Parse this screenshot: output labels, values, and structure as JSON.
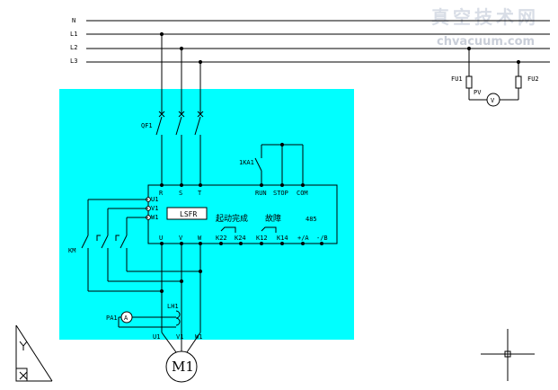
{
  "watermark": {
    "title": "真空技术网",
    "url": "chvacuum.com"
  },
  "bus": {
    "labels": [
      "N",
      "L1",
      "L2",
      "L3"
    ]
  },
  "meter": {
    "fuse_left": "FU1",
    "fuse_right": "FU2",
    "meter_label": "PV",
    "meter_symbol": "V"
  },
  "breaker": {
    "label": "QF1"
  },
  "contactor": {
    "label": "KM"
  },
  "relay": {
    "label": "1KA1"
  },
  "softstarter": {
    "name": "LSFR",
    "inputs": [
      "R",
      "S",
      "T"
    ],
    "outputs": [
      "U",
      "V",
      "W"
    ],
    "bypass": [
      "U1",
      "V1",
      "W1"
    ],
    "control": [
      "RUN",
      "STOP",
      "COM"
    ],
    "status_start": "起动完成",
    "status_fault": "故障",
    "comm": "485",
    "contacts": [
      "K22",
      "K24",
      "K12",
      "K14",
      "+/A",
      "-/B"
    ]
  },
  "ammeter": {
    "label": "PA1",
    "symbol": "A"
  },
  "ct": {
    "label": "LH1"
  },
  "motor": {
    "terminals": [
      "U1",
      "V1",
      "W1"
    ],
    "label": "M1"
  }
}
